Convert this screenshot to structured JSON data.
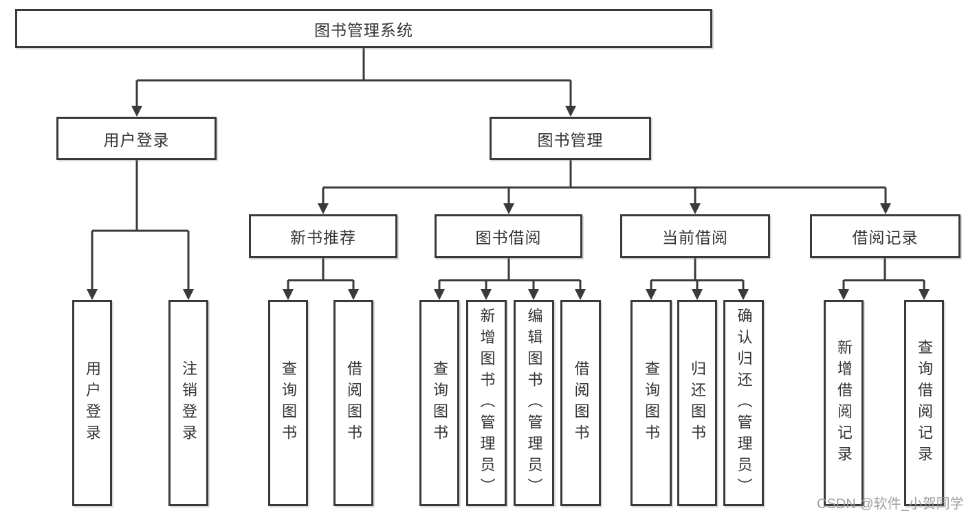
{
  "diagram": {
    "title_node": "图书管理系统",
    "root": {
      "label": "图书管理系统"
    },
    "branches": [
      {
        "label": "用户登录",
        "children": [
          {
            "label": "用户登录"
          },
          {
            "label": "注销登录"
          }
        ]
      },
      {
        "label": "图书管理",
        "children": [
          {
            "label": "新书推荐",
            "children": [
              {
                "label": "查询图书"
              },
              {
                "label": "借阅图书"
              }
            ]
          },
          {
            "label": "图书借阅",
            "children": [
              {
                "label": "查询图书"
              },
              {
                "label": "新增图书（管理员）"
              },
              {
                "label": "编辑图书（管理员）"
              },
              {
                "label": "借阅图书"
              }
            ]
          },
          {
            "label": "当前借阅",
            "children": [
              {
                "label": "查询图书"
              },
              {
                "label": "归还图书"
              },
              {
                "label": "确认归还（管理员）"
              }
            ]
          },
          {
            "label": "借阅记录",
            "children": [
              {
                "label": "新增借阅记录"
              },
              {
                "label": "查询借阅记录"
              }
            ]
          }
        ]
      }
    ],
    "colors": {
      "line": "#3a3a3a",
      "text": "#333333",
      "box_background": "#ffffff",
      "watermark": "#969696"
    }
  },
  "watermark": {
    "text": "CSDN @软件_小贺同学"
  }
}
